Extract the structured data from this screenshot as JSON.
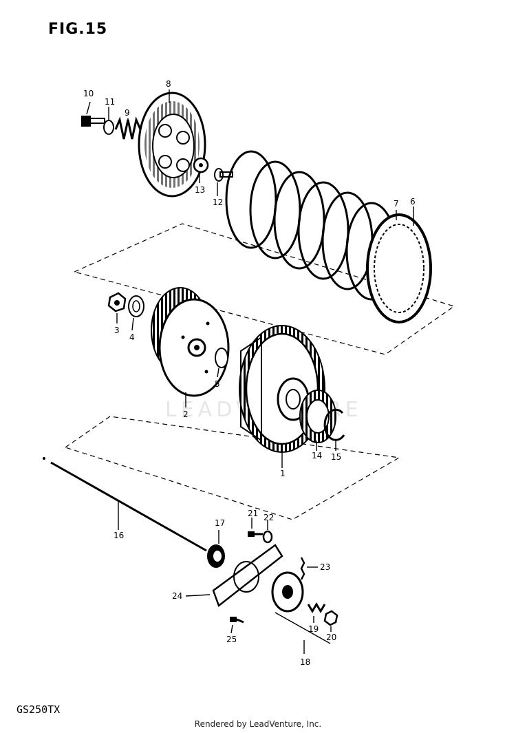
{
  "figure": {
    "title": "FIG.15",
    "model": "GS250TX",
    "footer": "Rendered by LeadVenture, Inc.",
    "watermark": "LEADVENTURE"
  },
  "callouts": [
    "1",
    "2",
    "3",
    "4",
    "5",
    "6",
    "7",
    "8",
    "9",
    "10",
    "11",
    "12",
    "13",
    "14",
    "15",
    "16",
    "17",
    "18",
    "19",
    "20",
    "21",
    "22",
    "23",
    "24",
    "25"
  ]
}
